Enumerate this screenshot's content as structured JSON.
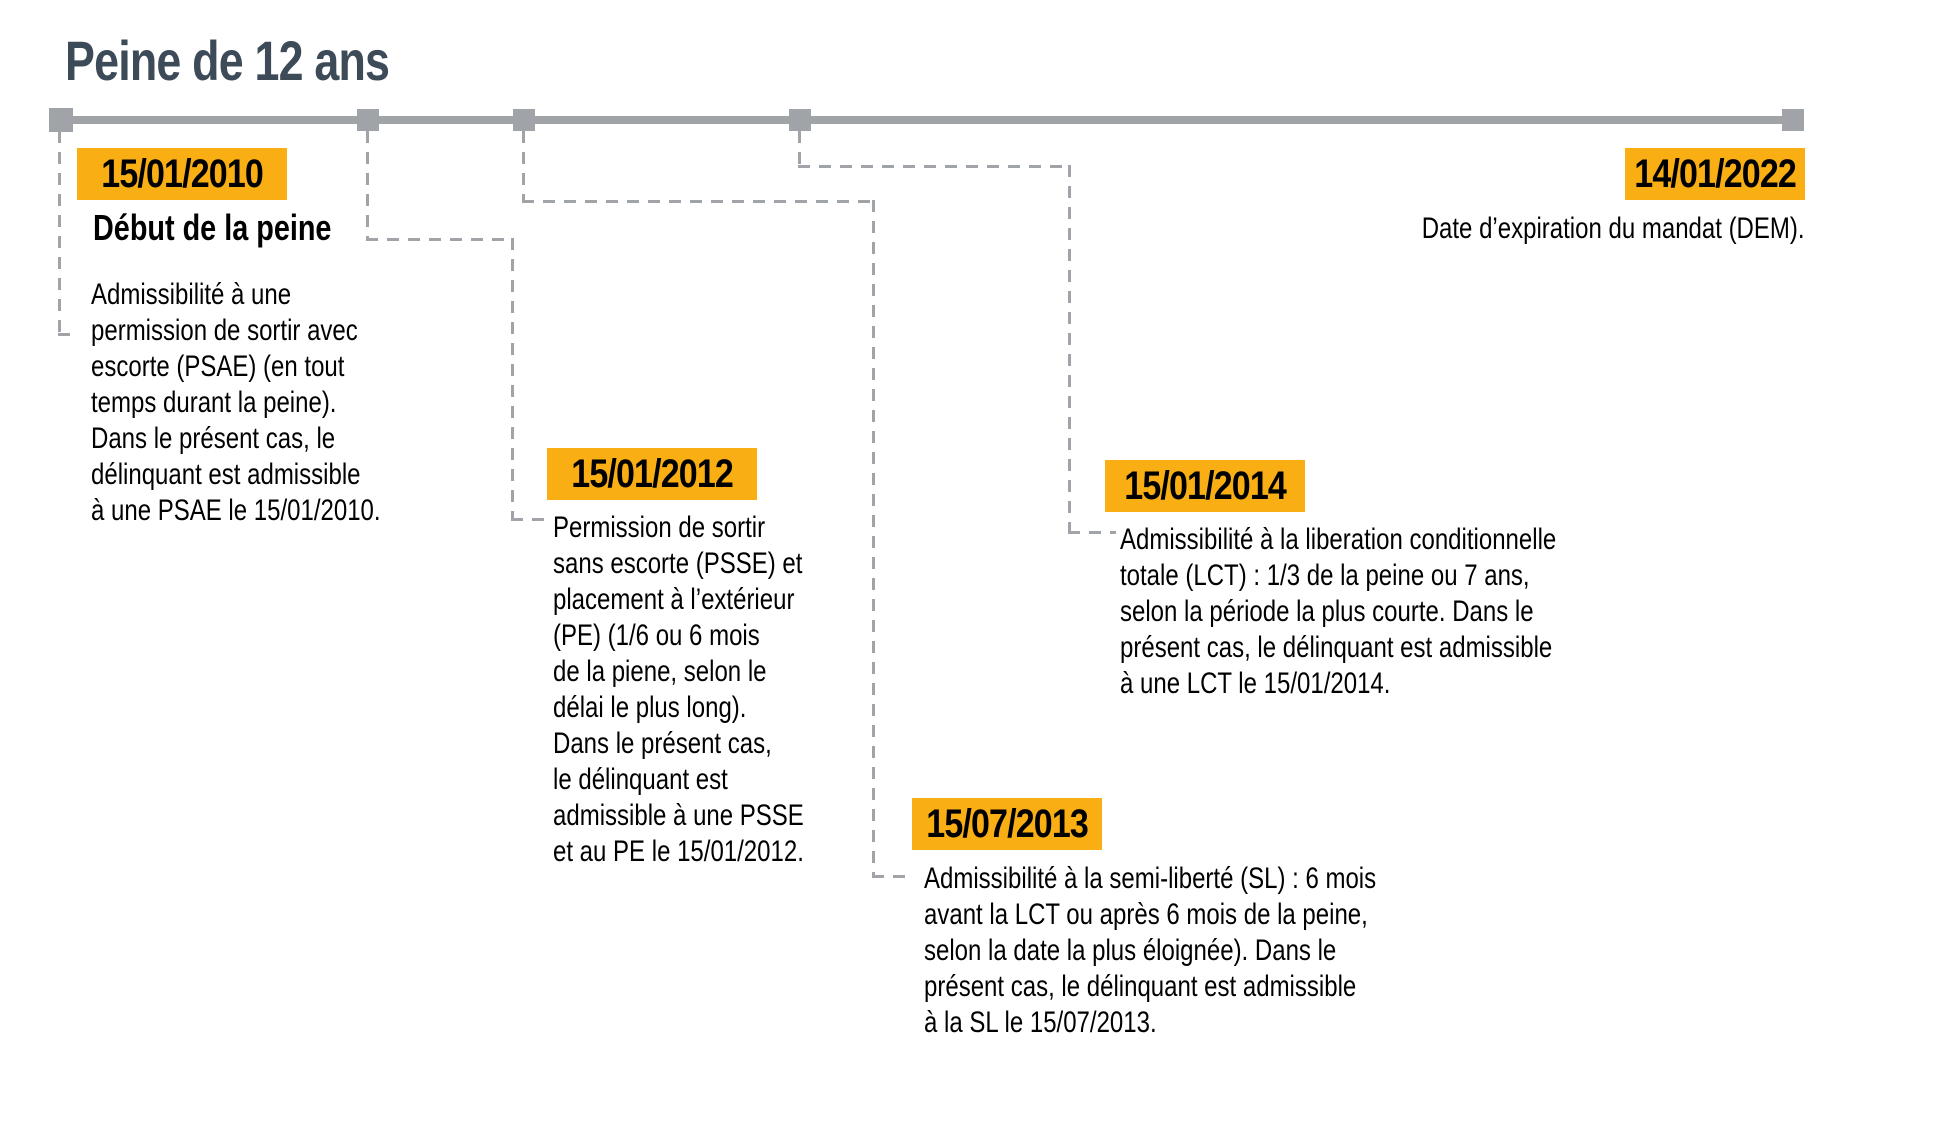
{
  "title": "Peine de 12 ans",
  "colors": {
    "accent_yellow": "#F9AE14",
    "title_slate": "#3D4B59",
    "timeline_gray": "#A0A3A8",
    "text_black": "#000000"
  },
  "events": [
    {
      "id": "debut",
      "date": "15/01/2010",
      "heading": "Début de la peine",
      "lines": [
        "Admissibilité à une",
        "permission de sortir avec",
        "escorte (PSAE) (en tout",
        "temps durant la peine).",
        "Dans le présent cas, le",
        "délinquant est admissible",
        "à une PSAE le 15/01/2010."
      ]
    },
    {
      "id": "psse-pe",
      "date": "15/01/2012",
      "lines": [
        "Permission de sortir",
        "sans escorte (PSSE) et",
        "placement à l’extérieur",
        "(PE) (1/6 ou 6 mois",
        "de la piene, selon le",
        "délai le plus long).",
        "Dans le présent cas,",
        "le délinquant est",
        "admissible à une PSSE",
        "et au PE le 15/01/2012."
      ]
    },
    {
      "id": "semi-liberte",
      "date": "15/07/2013",
      "lines": [
        "Admissibilité à la semi-liberté (SL) : 6 mois",
        "avant la LCT ou après 6 mois de la peine,",
        "selon la date la plus éloignée). Dans le",
        "présent cas, le délinquant est admissible",
        "à la SL le 15/07/2013."
      ]
    },
    {
      "id": "lct",
      "date": "15/01/2014",
      "lines": [
        "Admissibilité à la liberation conditionnelle",
        "totale (LCT) : 1/3 de la peine ou 7 ans,",
        "selon la période la plus courte. Dans le",
        "présent cas, le délinquant est admissible",
        "à une LCT le 15/01/2014."
      ]
    },
    {
      "id": "dem",
      "date": "14/01/2022",
      "lines": [
        "Date d’expiration du mandat (DEM)."
      ]
    }
  ]
}
